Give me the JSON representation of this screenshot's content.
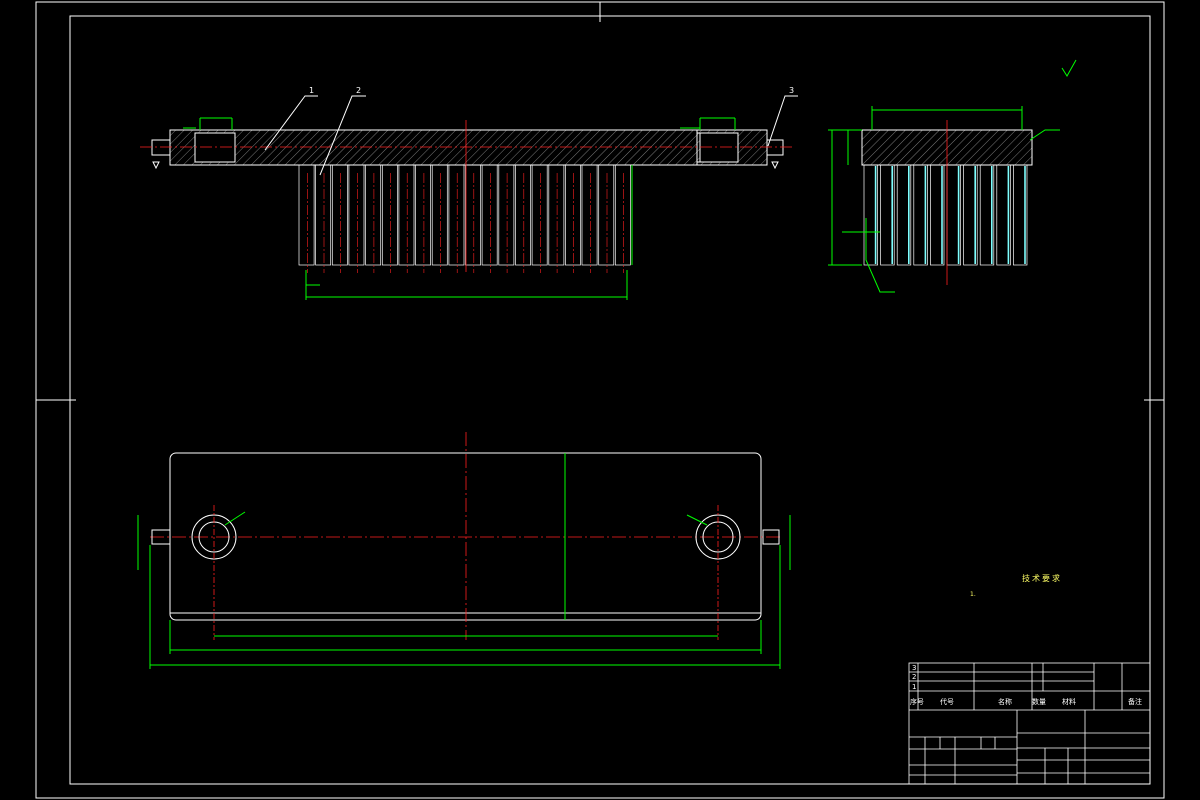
{
  "colors": {
    "background": "#000000",
    "frame": "#ffffff",
    "outline": "#ffffff",
    "dimension": "#00ff00",
    "centerline": "#ff2020",
    "hatch": "#ffffff",
    "teeth_cyan": "#7fffff",
    "note_yellow": "#ffff66"
  },
  "leaders": {
    "front": [
      "1",
      "2",
      "3"
    ]
  },
  "notes": {
    "title": "技术要求",
    "line1": "1.",
    "line2": ""
  },
  "title_block": {
    "part_rows": [
      {
        "no": "3",
        "code": "",
        "name": "",
        "qty": "",
        "material": ""
      },
      {
        "no": "2",
        "code": "",
        "name": "",
        "qty": "",
        "material": ""
      },
      {
        "no": "1",
        "code": "",
        "name": "",
        "qty": "",
        "material": ""
      }
    ],
    "header": {
      "seq": "序号",
      "code": "代号",
      "name": "名称",
      "qty": "数量",
      "material": "材料",
      "remark": "备注"
    },
    "drawing_title": "",
    "drawing_name": ""
  },
  "icons": {
    "roughness": "roughness-symbol-icon",
    "datum": "datum-triangle-icon"
  }
}
